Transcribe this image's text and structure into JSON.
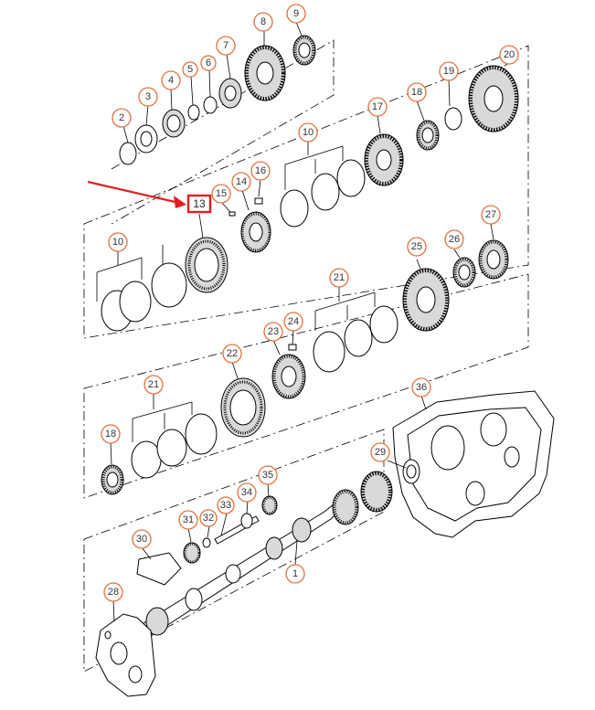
{
  "callouts": [
    "1",
    "2",
    "3",
    "4",
    "5",
    "6",
    "7",
    "8",
    "9",
    "10",
    "10",
    "13",
    "14",
    "15",
    "16",
    "17",
    "18",
    "18",
    "19",
    "20",
    "21",
    "21",
    "22",
    "23",
    "24",
    "25",
    "26",
    "27",
    "28",
    "29",
    "30",
    "31",
    "32",
    "33",
    "34",
    "35",
    "36"
  ],
  "highlight": {
    "label": "13",
    "box_color": "#e02020",
    "arrow_color": "#e02020"
  },
  "colors": {
    "callout_border": "#e0703a",
    "line": "#000000",
    "background": "#ffffff"
  }
}
